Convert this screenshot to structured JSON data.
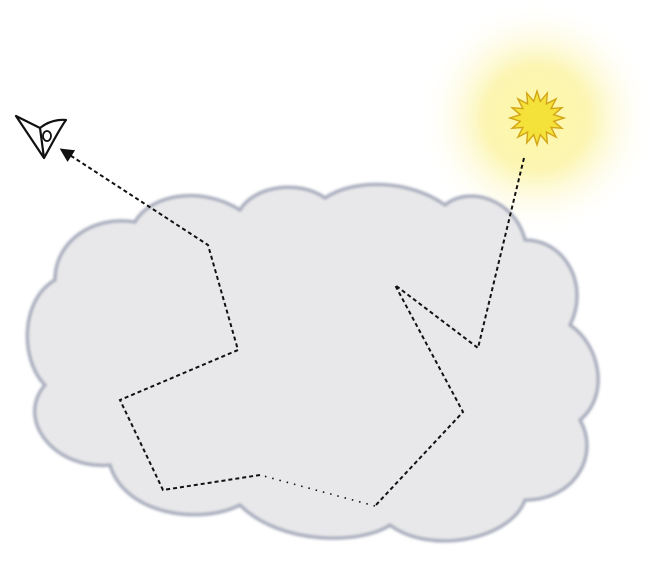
{
  "diagram": {
    "elements": [
      {
        "id": "cloud",
        "kind": "cloud",
        "fill": "#e8e8ea",
        "stroke": "#a9adbd"
      },
      {
        "id": "sun",
        "kind": "sun-icon",
        "color": "#f4e23a",
        "stroke": "#d2a516"
      },
      {
        "id": "observer",
        "kind": "eye-icon",
        "color": "#111111"
      },
      {
        "id": "light-path",
        "kind": "dashed-path",
        "color": "#111111",
        "direction": "sun-to-eye"
      }
    ]
  }
}
